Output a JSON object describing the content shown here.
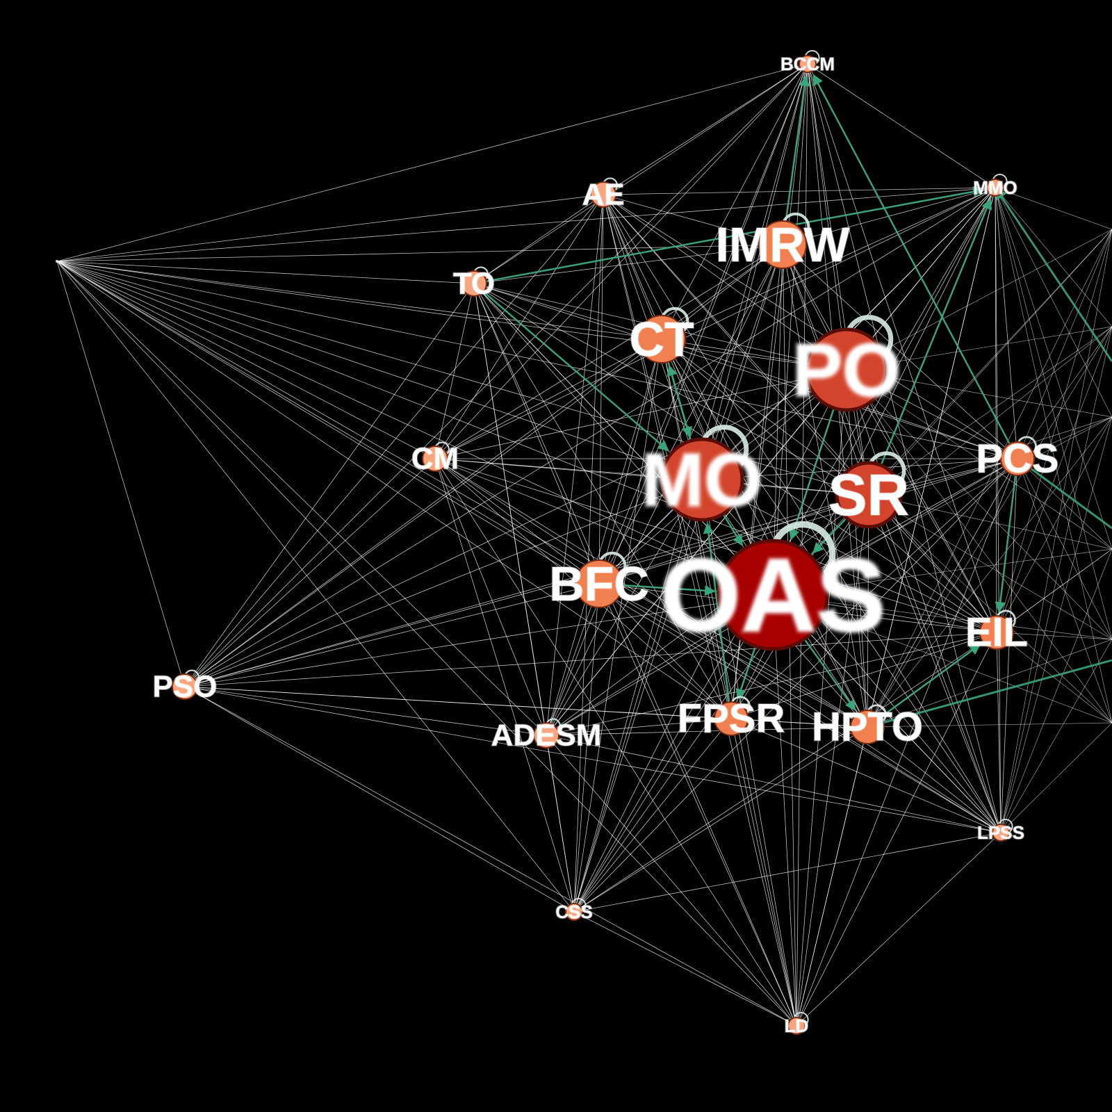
{
  "colors": {
    "background": "#000000",
    "edge_light": "#ffffff",
    "edge_strong": "#3aa57a",
    "self_loop": "#d8ece6",
    "label": "#ffffff",
    "node_small": "#f6a57f",
    "node_medium": "#f08050",
    "node_large": "#d2452c",
    "node_xlarge": "#a80000"
  },
  "graph": {
    "nodes": [
      {
        "id": "BCCM",
        "label": "BCCM",
        "weight": 1,
        "self_loop": true
      },
      {
        "id": "AE",
        "label": "AE",
        "weight": 2,
        "self_loop": true
      },
      {
        "id": "MMO",
        "label": "MMO",
        "weight": 1,
        "self_loop": true
      },
      {
        "id": "IMRW",
        "label": "IMRW",
        "weight": 4,
        "self_loop": true
      },
      {
        "id": "TO",
        "label": "TO",
        "weight": 2,
        "self_loop": true
      },
      {
        "id": "UNL",
        "label": "",
        "weight": 0,
        "self_loop": false
      },
      {
        "id": "CT",
        "label": "CT",
        "weight": 4,
        "self_loop": true
      },
      {
        "id": "PO",
        "label": "PO",
        "weight": 7,
        "self_loop": true
      },
      {
        "id": "CM",
        "label": "CM",
        "weight": 2,
        "self_loop": true
      },
      {
        "id": "MO",
        "label": "MO",
        "weight": 7,
        "self_loop": true
      },
      {
        "id": "SR",
        "label": "SR",
        "weight": 5,
        "self_loop": true
      },
      {
        "id": "PCS",
        "label": "PCS",
        "weight": 3,
        "self_loop": true
      },
      {
        "id": "BFC",
        "label": "BFC",
        "weight": 4,
        "self_loop": true
      },
      {
        "id": "OAS",
        "label": "OAS",
        "weight": 10,
        "self_loop": true
      },
      {
        "id": "EIL",
        "label": "EIL",
        "weight": 3,
        "self_loop": true
      },
      {
        "id": "PSO",
        "label": "PSO",
        "weight": 2,
        "self_loop": true
      },
      {
        "id": "ADESM",
        "label": "ADESM",
        "weight": 2,
        "self_loop": true
      },
      {
        "id": "FPSR",
        "label": "FPSR",
        "weight": 3,
        "self_loop": true
      },
      {
        "id": "HPTO",
        "label": "HPTO",
        "weight": 3,
        "self_loop": true
      },
      {
        "id": "LPSS",
        "label": "LPSS",
        "weight": 1,
        "self_loop": true
      },
      {
        "id": "CSS",
        "label": "CSS",
        "weight": 1,
        "self_loop": true
      },
      {
        "id": "LD",
        "label": "LD",
        "weight": 1,
        "self_loop": true
      }
    ],
    "strong_edges": [
      [
        "PCS",
        "BCCM"
      ],
      [
        "TO",
        "MMO"
      ],
      [
        "IMRW",
        "BCCM"
      ],
      [
        "CT",
        "MO"
      ],
      [
        "BFC",
        "OAS"
      ],
      [
        "SR",
        "MMO"
      ],
      [
        "OAS",
        "FPSR"
      ],
      [
        "OAS",
        "HPTO"
      ],
      [
        "PO",
        "OAS"
      ],
      [
        "MO",
        "OAS"
      ],
      [
        "SR",
        "OAS"
      ],
      [
        "TO",
        "MO"
      ],
      [
        "MO",
        "CT"
      ],
      [
        "PCS",
        "EIL"
      ],
      [
        "HPTO",
        "EIL"
      ],
      [
        "FPSR",
        "MO"
      ]
    ]
  }
}
